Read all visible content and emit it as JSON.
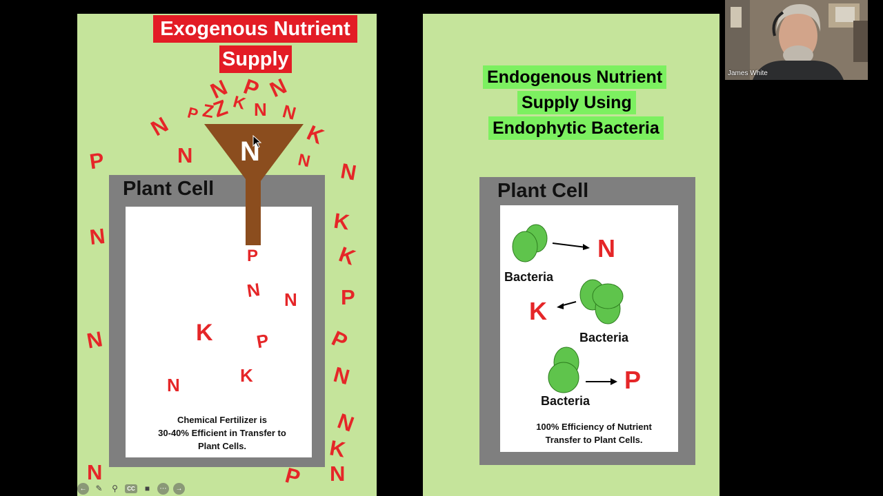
{
  "left_slide": {
    "title_line1": "Exogenous Nutrient",
    "title_line2": "Supply",
    "funnel_letter": "N",
    "cell_label": "Plant Cell",
    "caption_line1": "Chemical Fertilizer is",
    "caption_line2": "30-40% Efficient in Transfer to",
    "caption_line3": "Plant Cells.",
    "scattered_letters": [
      "N",
      "P",
      "N",
      "Z",
      "K",
      "N",
      "N",
      "P",
      "Z",
      "N",
      "K",
      "N",
      "P",
      "N",
      "N",
      "K",
      "N",
      "P",
      "K",
      "P",
      "N",
      "N",
      "N",
      "K",
      "P",
      "P",
      "N",
      "K",
      "N",
      "N",
      "K",
      "N",
      "N",
      "P",
      "N"
    ]
  },
  "right_slide": {
    "title_line1": "Endogenous Nutrient",
    "title_line2": "Supply Using",
    "title_line3": "Endophytic Bacteria",
    "cell_label": "Plant Cell",
    "bacteria_label": "Bacteria",
    "nutrients": [
      "N",
      "K",
      "P"
    ],
    "caption_line1": "100% Efficiency of Nutrient",
    "caption_line2": "Transfer to Plant Cells."
  },
  "webcam": {
    "participant_name": "James White"
  },
  "toolbar": {
    "icons": [
      "back-icon",
      "pen-icon",
      "search-icon",
      "cc-icon",
      "video-icon",
      "more-icon",
      "forward-icon"
    ],
    "cc_text": "CC"
  },
  "colors": {
    "slide_bg": "#c5e49b",
    "red": "#e31c25",
    "green_highlight": "#7cf060",
    "funnel": "#8b4d1e",
    "bacteria": "#5fc44c"
  }
}
